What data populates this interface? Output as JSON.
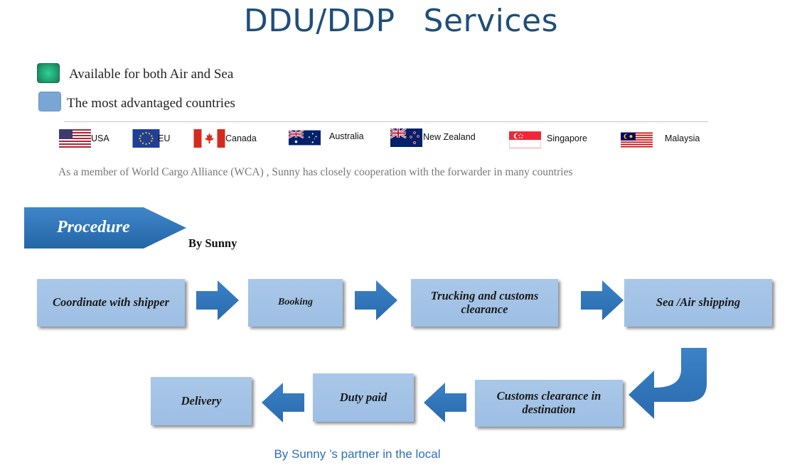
{
  "header": {
    "title_part1": "DDU/DDP",
    "title_part2": "Services"
  },
  "legend": {
    "items": [
      {
        "label": "Available for both Air and Sea",
        "color": "#1fa06e"
      },
      {
        "label": "The most advantaged countries",
        "color": "#7aa6d6"
      }
    ]
  },
  "countries": [
    {
      "name": "USA",
      "flag": "usa-flag-icon"
    },
    {
      "name": "EU",
      "flag": "eu-flag-icon"
    },
    {
      "name": "Canada",
      "flag": "canada-flag-icon"
    },
    {
      "name": "Australia",
      "flag": "australia-flag-icon"
    },
    {
      "name": "New Zealand",
      "flag": "new-zealand-flag-icon"
    },
    {
      "name": "Singapore",
      "flag": "singapore-flag-icon"
    },
    {
      "name": "Malaysia",
      "flag": "malaysia-flag-icon"
    }
  ],
  "note": "As a member of World Cargo Alliance (WCA) , Sunny has closely cooperation with the forwarder in many countries",
  "procedure": {
    "banner_label": "Procedure",
    "by_sunny": "By Sunny",
    "steps": [
      "Coordinate with shipper",
      "Booking",
      "Trucking and customs clearance",
      "Sea /Air shipping",
      "Customs clearance in destination",
      "Duty paid",
      "Delivery"
    ],
    "footer": "By Sunny ’s partner in the local"
  },
  "colors": {
    "title": "#1f4e79",
    "arrow": "#2e74b5",
    "step_box": "#a9c7e8",
    "footer": "#2e6fb6"
  }
}
